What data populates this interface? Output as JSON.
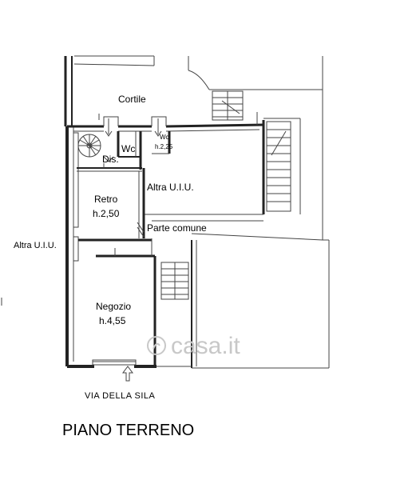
{
  "plan": {
    "labels": {
      "cortile": "Cortile",
      "wc_main": "Wc",
      "wc_small": "Wc",
      "wc_small_height": "h.2,25",
      "dis": "Dis.",
      "altra_uiu_right": "Altra U.I.U.",
      "altra_uiu_left": "Altra U.I.U.",
      "retro": "Retro",
      "retro_height": "h.2,50",
      "parte_comune": "Parte comune",
      "negozio": "Negozio",
      "negozio_height": "h.4,55",
      "street": "VIA DELLA SILA",
      "floor_title": "PIANO TERRENO",
      "watermark": "casa.it"
    },
    "colors": {
      "walls": "#222222",
      "text": "#000000",
      "watermark": "#c8c8c8"
    }
  }
}
